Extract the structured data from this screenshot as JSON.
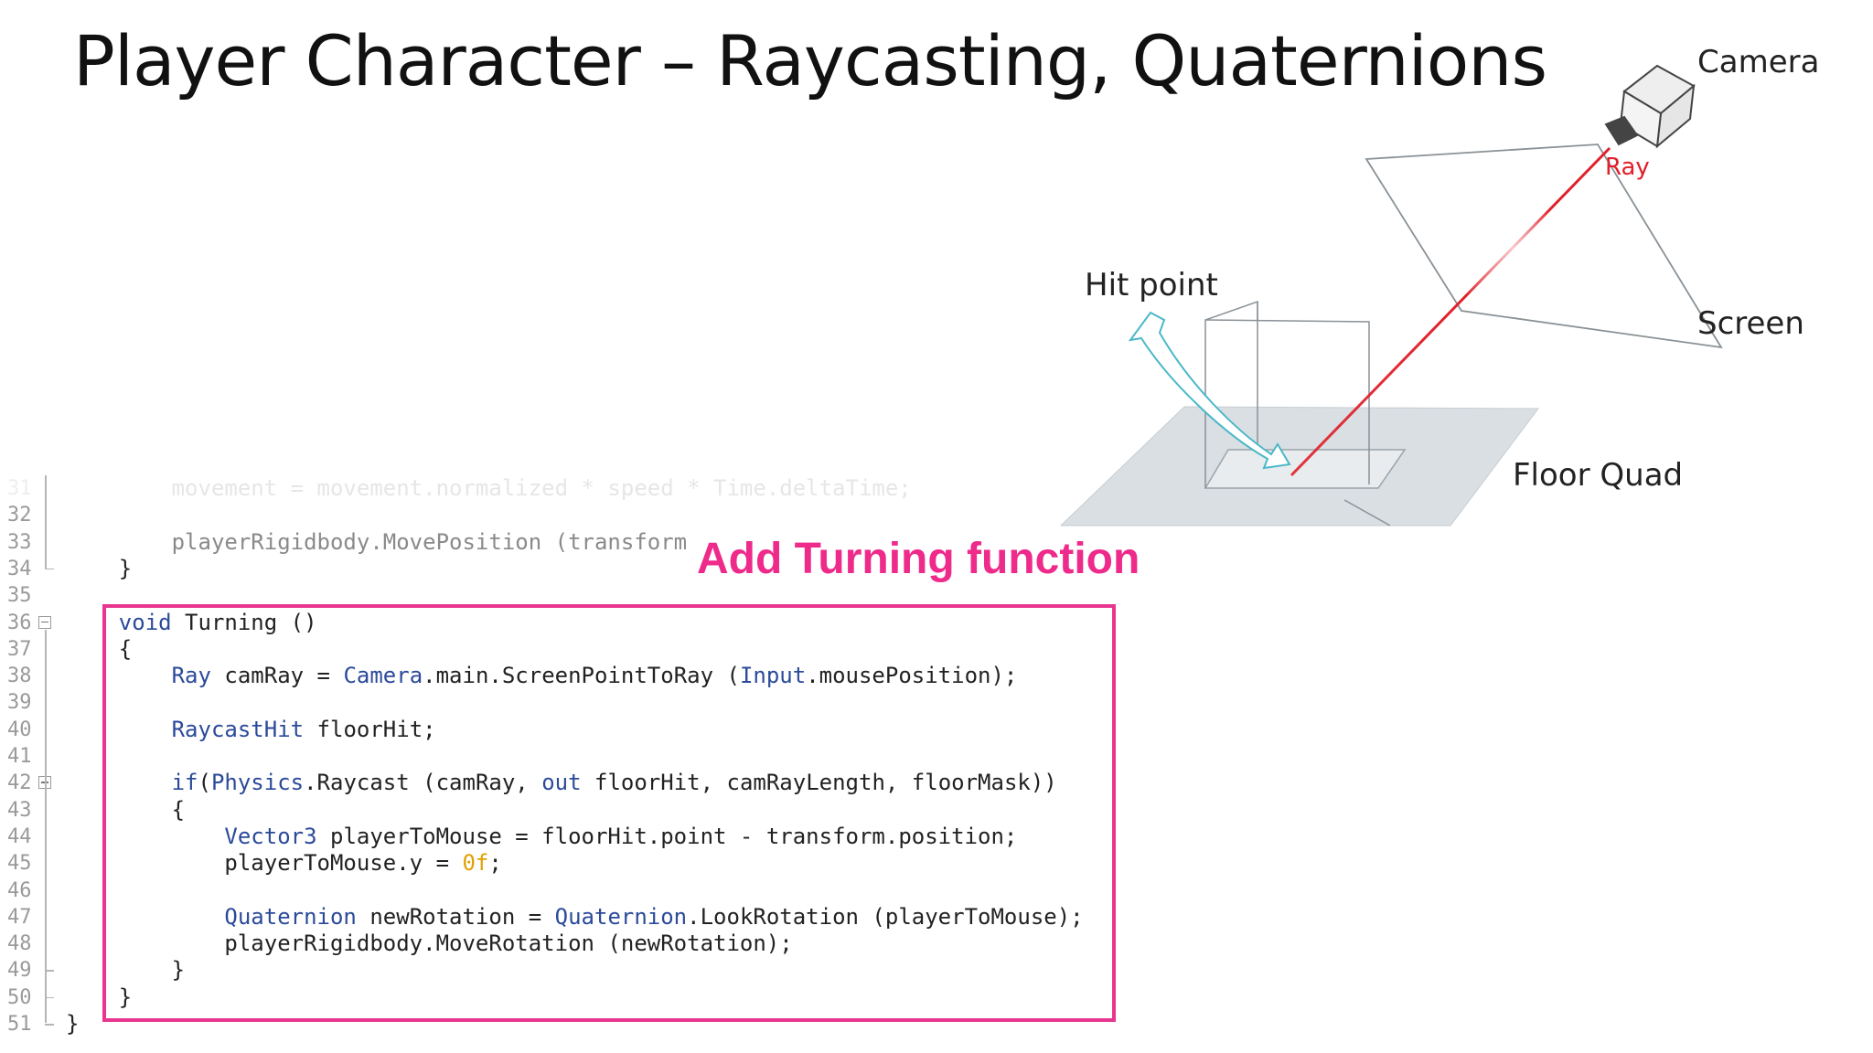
{
  "slide": {
    "title": "Player Character – Raycasting, Quaternions"
  },
  "diagram": {
    "labels": {
      "camera": "Camera",
      "ray": "Ray",
      "screen": "Screen",
      "hit_point": "Hit point",
      "floor_quad": "Floor Quad"
    },
    "colors": {
      "ray": "#e0202a",
      "arrow": "#4ab8c8",
      "floor": "#d9dfe3"
    }
  },
  "callout": {
    "text": "Add Turning function",
    "color": "#ee2a8a"
  },
  "code": {
    "lines": [
      {
        "n": "31",
        "text": "        movement = movement.normalized * speed * Time.deltaTime;"
      },
      {
        "n": "32",
        "text": ""
      },
      {
        "n": "33",
        "text": "        playerRigidbody.MovePosition (transform"
      },
      {
        "n": "34",
        "text": "    }"
      },
      {
        "n": "35",
        "text": ""
      },
      {
        "n": "36",
        "text": "    void Turning ()"
      },
      {
        "n": "37",
        "text": "    {"
      },
      {
        "n": "38",
        "text": "        Ray camRay = Camera.main.ScreenPointToRay (Input.mousePosition);"
      },
      {
        "n": "39",
        "text": ""
      },
      {
        "n": "40",
        "text": "        RaycastHit floorHit;"
      },
      {
        "n": "41",
        "text": ""
      },
      {
        "n": "42",
        "text": "        if(Physics.Raycast (camRay, out floorHit, camRayLength, floorMask))"
      },
      {
        "n": "43",
        "text": "        {"
      },
      {
        "n": "44",
        "text": "            Vector3 playerToMouse = floorHit.point - transform.position;"
      },
      {
        "n": "45",
        "text": "            playerToMouse.y = 0f;"
      },
      {
        "n": "46",
        "text": ""
      },
      {
        "n": "47",
        "text": "            Quaternion newRotation = Quaternion.LookRotation (playerToMouse);"
      },
      {
        "n": "48",
        "text": "            playerRigidbody.MoveRotation (newRotation);"
      },
      {
        "n": "49",
        "text": "        }"
      },
      {
        "n": "50",
        "text": "    }"
      },
      {
        "n": "51",
        "text": "}"
      }
    ]
  }
}
